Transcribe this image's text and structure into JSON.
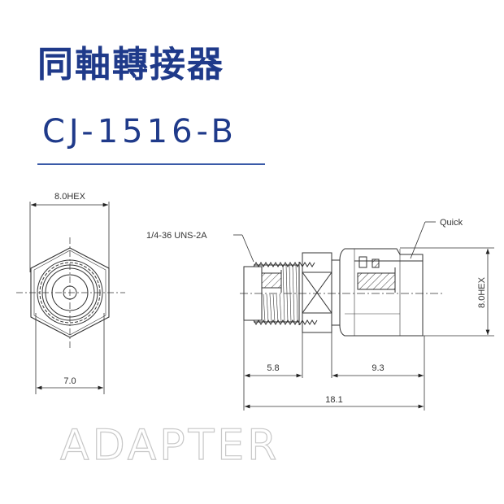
{
  "header": {
    "title_cn": "同軸轉接器",
    "model": "CJ-1516-B",
    "accent_color": "#1f3a8a"
  },
  "front_view": {
    "top_dim": "8.0HEX",
    "bottom_dim": "7.0"
  },
  "side_view": {
    "thread_callout": "1/4-36 UNS-2A",
    "quick_callout": "Quick",
    "right_dim": "8.0HEX",
    "dim_left": "5.8",
    "dim_right": "9.3",
    "dim_total": "18.1"
  },
  "footer": {
    "label": "ADAPTER"
  }
}
